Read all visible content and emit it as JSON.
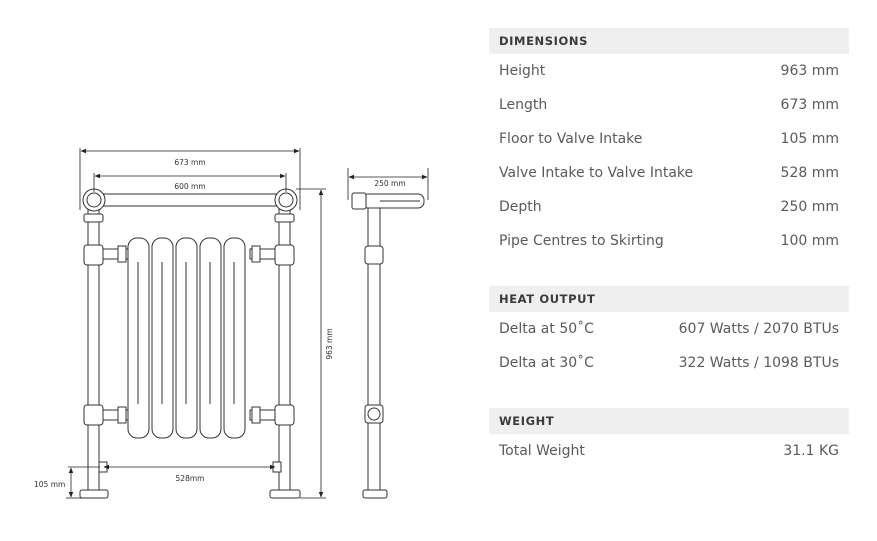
{
  "diagram": {
    "labels": {
      "total_length": "673 mm",
      "rail_length": "600 mm",
      "depth": "250 mm",
      "height": "963 mm",
      "valve_spacing": "528mm",
      "floor_to_valve": "105 mm"
    }
  },
  "specs": {
    "dimensions": {
      "header": "DIMENSIONS",
      "rows": [
        {
          "label": "Height",
          "value": "963 mm"
        },
        {
          "label": "Length",
          "value": "673 mm"
        },
        {
          "label": "Floor to Valve Intake",
          "value": "105 mm"
        },
        {
          "label": "Valve Intake to Valve Intake",
          "value": "528 mm"
        },
        {
          "label": "Depth",
          "value": "250 mm"
        },
        {
          "label": "Pipe Centres to Skirting",
          "value": "100 mm"
        }
      ]
    },
    "heat_output": {
      "header": "HEAT OUTPUT",
      "rows": [
        {
          "label": "Delta at 50˚C",
          "value": "607 Watts / 2070 BTUs"
        },
        {
          "label": "Delta at 30˚C",
          "value": "322 Watts / 1098 BTUs"
        }
      ]
    },
    "weight": {
      "header": "WEIGHT",
      "rows": [
        {
          "label": "Total Weight",
          "value": "31.1 KG"
        }
      ]
    }
  }
}
